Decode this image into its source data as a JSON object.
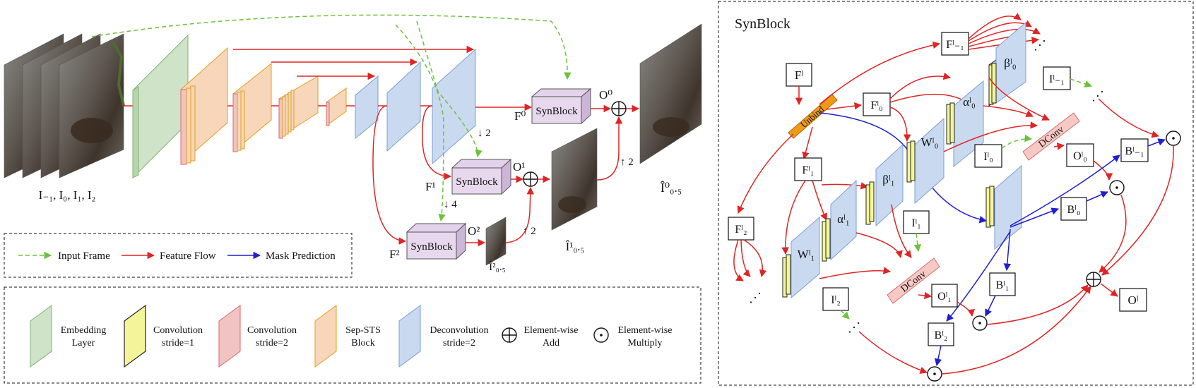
{
  "left": {
    "input_label": "I₋₁, I₀, I₁, I₂",
    "synblock": "SynBlock",
    "F0": "F⁰",
    "F1": "F¹",
    "F2": "F²",
    "O0": "O⁰",
    "O1": "O¹",
    "O2": "O²",
    "down2": "↓ 2",
    "down4": "↓ 4",
    "up2a": "↑ 2",
    "up2b": "↑ 2",
    "out0": "Î⁰₀.₅",
    "out1": "Î¹₀.₅",
    "out2": "Î²₀.₅"
  },
  "legend_flows": [
    {
      "label": "Input Frame",
      "color": "#6cc13a"
    },
    {
      "label": "Feature Flow",
      "color": "#e02424"
    },
    {
      "label": "Mask Prediction",
      "color": "#1f1fd1"
    }
  ],
  "legend_blocks": [
    {
      "l1": "Embedding",
      "l2": "Layer",
      "color": "#cfe3c8",
      "edge": "#7fb36f"
    },
    {
      "l1": "Convolution",
      "l2": "stride=1",
      "color": "#f4f59a",
      "edge": "#222"
    },
    {
      "l1": "Convolution",
      "l2": "stride=2",
      "color": "#f2c3c3",
      "edge": "#d96a6a"
    },
    {
      "l1": "Sep-STS",
      "l2": "Block",
      "color": "#f8d6b9",
      "edge": "#e0a020"
    },
    {
      "l1": "Deconvolution",
      "l2": "stride=2",
      "color": "#c9d9f0",
      "edge": "#7a9fd4"
    }
  ],
  "legend_ops": [
    {
      "symbol": "⊕",
      "l1": "Element-wise",
      "l2": "Add"
    },
    {
      "symbol": "⊙",
      "l1": "Element-wise",
      "l2": "Multiply"
    }
  ],
  "right": {
    "title": "SynBlock",
    "Fl": "Fˡ",
    "unbind": "Unbind",
    "Fm1": "Fˡ₋₁",
    "F0": "Fˡ₀",
    "F1": "Fˡ₁",
    "F2": "Fˡ₂",
    "beta0": "βˡ₀",
    "alpha0": "αˡ₀",
    "W0": "Wˡ₀",
    "beta1": "βˡ₁",
    "alpha1": "αˡ₁",
    "W1": "Wˡ₁",
    "Im1": "Iˡ₋₁",
    "I0": "Iˡ₀",
    "I1": "Iˡ₁",
    "I2": "Iˡ₂",
    "dconv": "DConv",
    "O0": "Oˡ₀",
    "O1": "Oˡ₁",
    "Ol": "Oˡ",
    "Bm1": "Bˡ₋₁",
    "B0": "Bˡ₀",
    "B1": "Bˡ₁",
    "B2": "Bˡ₂",
    "dots": "⋰"
  }
}
